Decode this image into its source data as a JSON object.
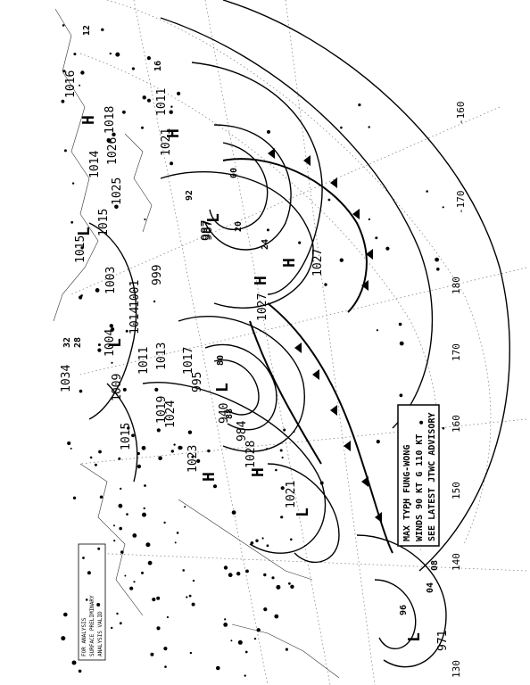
{
  "advisory": {
    "line1": "MAX TYPH FUNG-WONG",
    "line2": "WINDS 90 KT G 110 KT",
    "line3": "SEE LATEST JTWC ADVISORY"
  },
  "longitude_labels": [
    "-160",
    "-170",
    "180",
    "170",
    "160",
    "150",
    "140",
    "130"
  ],
  "pressure_centers": [
    {
      "id": "h1",
      "type": "H",
      "value": "1018"
    },
    {
      "id": "h2",
      "type": "H",
      "value": "1014"
    },
    {
      "id": "h3",
      "type": "H",
      "value": "1021"
    },
    {
      "id": "h4",
      "type": "H",
      "value": "1027"
    },
    {
      "id": "h5",
      "type": "H",
      "value": "1027"
    },
    {
      "id": "h6",
      "type": "H",
      "value": "1028"
    },
    {
      "id": "h7",
      "type": "H",
      "value": "1023"
    },
    {
      "id": "h8",
      "type": "H",
      "value": "1024"
    },
    {
      "id": "l1",
      "type": "L",
      "value": "1011"
    },
    {
      "id": "l2",
      "type": "L",
      "value": "987"
    },
    {
      "id": "l3",
      "type": "L",
      "value": "940"
    },
    {
      "id": "l4",
      "type": "L",
      "value": "1021"
    },
    {
      "id": "l5",
      "type": "L",
      "value": "995"
    },
    {
      "id": "l6",
      "type": "L",
      "value": "1004"
    },
    {
      "id": "l7",
      "type": "L",
      "value": "1003"
    },
    {
      "id": "l8",
      "type": "L",
      "value": "999"
    },
    {
      "id": "l9",
      "type": "L",
      "value": "1015"
    },
    {
      "id": "l10",
      "type": "L",
      "value": "1009"
    },
    {
      "id": "l11",
      "type": "L",
      "value": "971"
    }
  ],
  "other_values": [
    "1026",
    "1025",
    "1015",
    "1034",
    "1016",
    "1011",
    "1017",
    "1019",
    "1015",
    "984",
    "1014",
    "1013",
    "1001",
    "987"
  ],
  "isobar_labels": [
    "12",
    "16",
    "20",
    "24",
    "28",
    "32",
    "08",
    "04",
    "00",
    "96",
    "92",
    "88",
    "80"
  ],
  "header_block": [
    "FOR ANALYSIS",
    "SURFACE PRELIMINARY",
    "ANALYSIS VALID"
  ]
}
